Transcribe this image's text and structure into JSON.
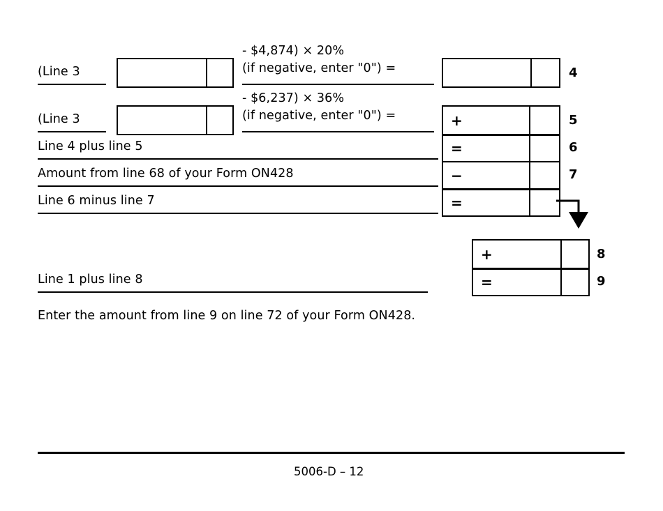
{
  "document": {
    "form_code": "5006-D",
    "footer_label": "5006-D – 12"
  },
  "rows": [
    {
      "id": "line-4",
      "left_label": "(Line 3",
      "formula_line1": "- $4,874) × 20%",
      "formula_line2": "(if negative, enter \"0\") =",
      "operator": "",
      "line_number": "4"
    },
    {
      "id": "line-5",
      "left_label": "(Line 3",
      "formula_line1": "- $6,237) × 36%",
      "formula_line2": "(if negative, enter \"0\") =",
      "operator": "+",
      "line_number": "5"
    },
    {
      "id": "line-6",
      "left_label": "Line 4 plus line 5",
      "operator": "=",
      "line_number": "6"
    },
    {
      "id": "line-7",
      "left_label": "Amount from line 68 of your Form ON428",
      "operator": "−",
      "line_number": "7"
    },
    {
      "id": "line-8-subtotal",
      "left_label": "Line 6 minus line 7",
      "operator": "=",
      "line_number": ""
    },
    {
      "id": "line-8",
      "left_label": "",
      "operator": "+",
      "line_number": "8"
    },
    {
      "id": "line-9",
      "left_label": "Line 1 plus line 8",
      "operator": "=",
      "line_number": "9"
    }
  ],
  "instruction": "Enter the amount from line 9 on line 72 of your Form ON428.",
  "colors": {
    "ink": "#000000",
    "paper": "#ffffff"
  }
}
